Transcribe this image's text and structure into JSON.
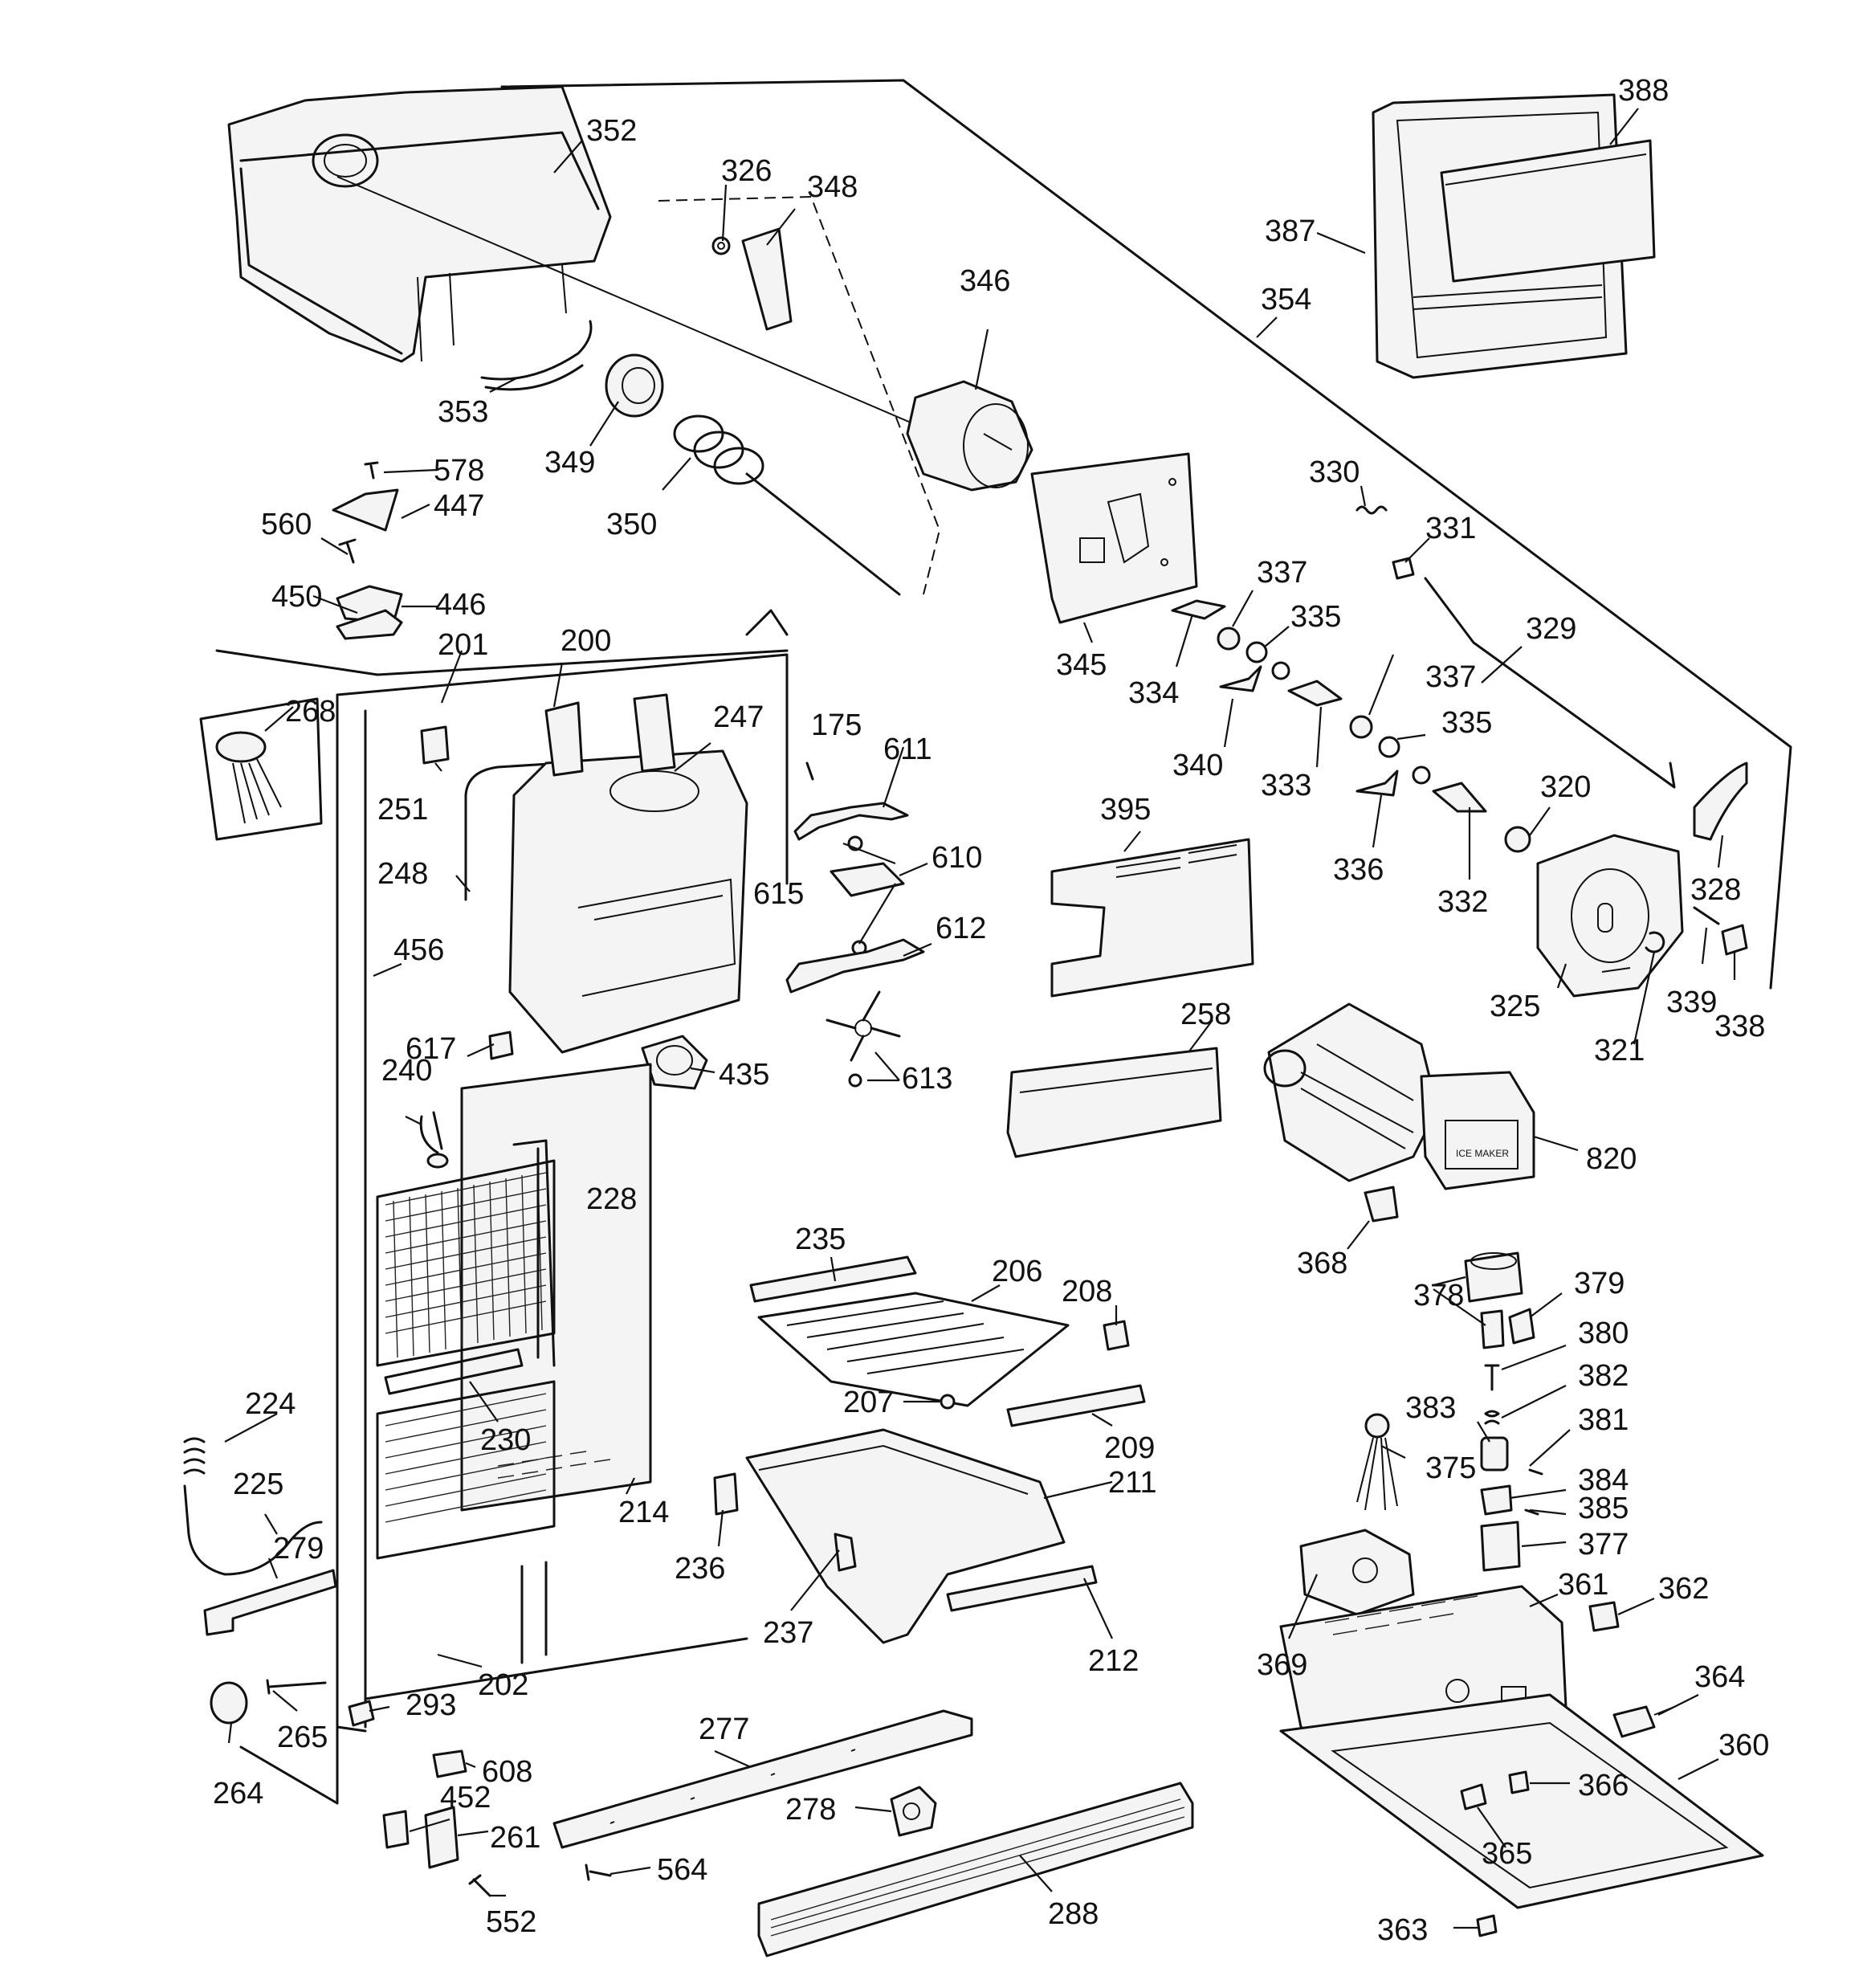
{
  "diagram": {
    "colors": {
      "ink": "#111111",
      "paper": "#ffffff"
    },
    "nameplate_text": "ICE MAKER",
    "callouts": [
      "352",
      "326",
      "348",
      "346",
      "388",
      "387",
      "354",
      "353",
      "349",
      "350",
      "578",
      "447",
      "560",
      "450",
      "446",
      "201",
      "200",
      "247",
      "268",
      "251",
      "248",
      "456",
      "175",
      "611",
      "610",
      "615",
      "612",
      "617",
      "240",
      "435",
      "613",
      "228",
      "330",
      "331",
      "337",
      "335",
      "329",
      "345",
      "334",
      "340",
      "333",
      "336",
      "332",
      "320",
      "328",
      "395",
      "325",
      "321",
      "339",
      "338",
      "258",
      "820",
      "368",
      "378",
      "379",
      "380",
      "382",
      "383",
      "381",
      "375",
      "384",
      "385",
      "377",
      "361",
      "362",
      "369",
      "364",
      "360",
      "366",
      "365",
      "363",
      "235",
      "206",
      "208",
      "207",
      "209",
      "211",
      "224",
      "225",
      "279",
      "230",
      "214",
      "236",
      "237",
      "212",
      "293",
      "202",
      "265",
      "264",
      "277",
      "608",
      "452",
      "261",
      "278",
      "564",
      "288",
      "552"
    ]
  }
}
